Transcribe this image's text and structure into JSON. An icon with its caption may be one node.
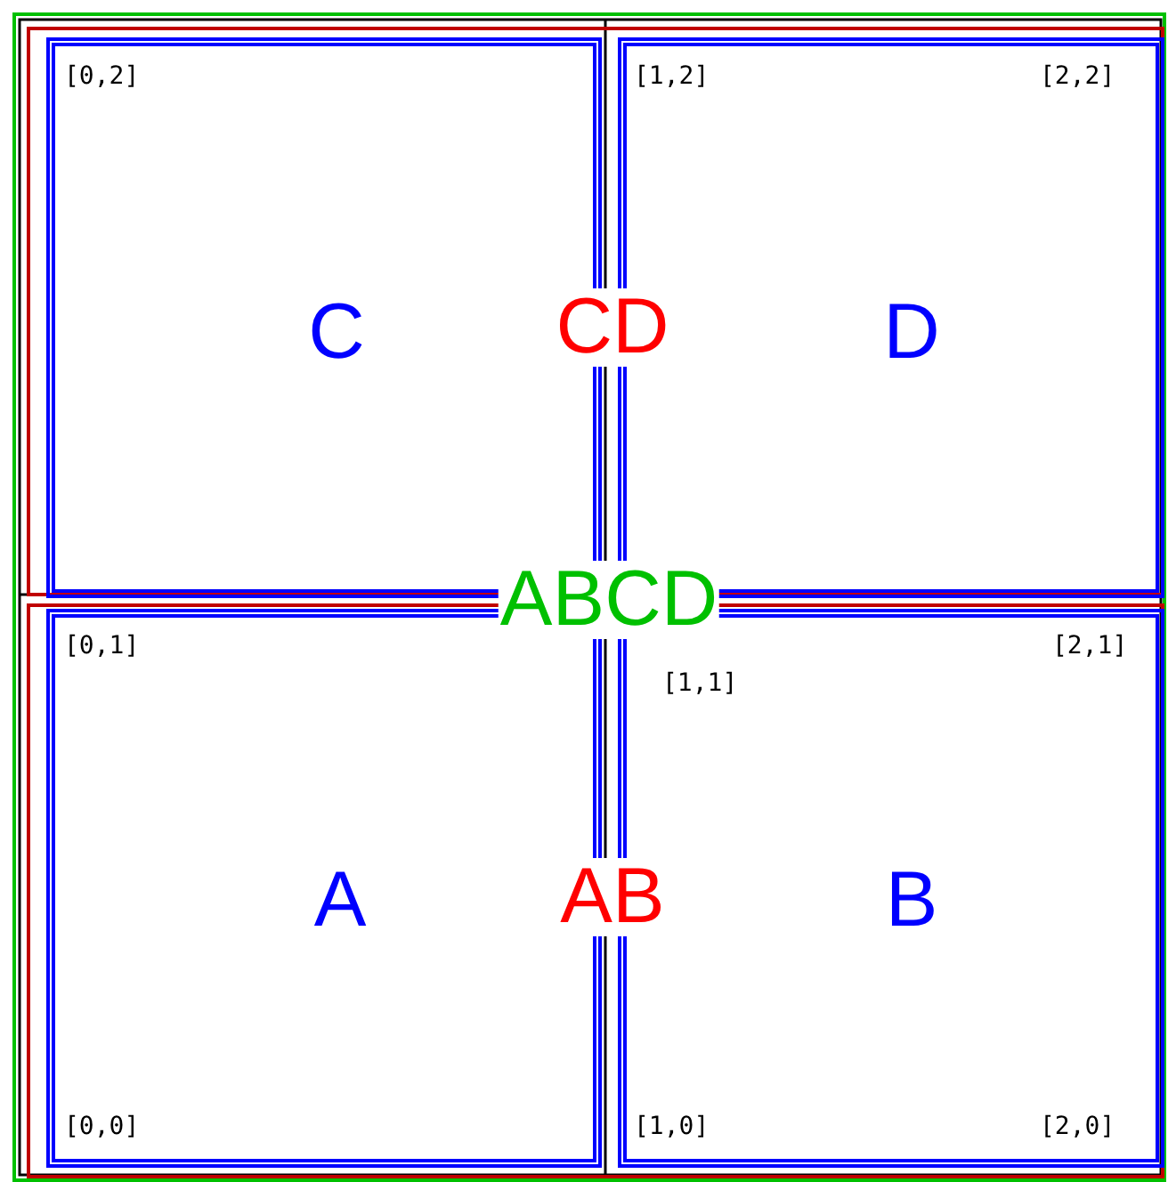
{
  "diagram": {
    "nodes": [
      {
        "text": [
          "ABCD"
        ]
      },
      {
        "text": [
          "CD"
        ],
        "in": 0
      },
      {
        "text": [
          "C"
        ],
        "in": 1
      },
      {
        "text": [
          "D"
        ],
        "in": 1
      },
      {
        "text": [
          "AB"
        ],
        "in": 0
      },
      {
        "text": [
          "A"
        ],
        "in": 4
      },
      {
        "text": [
          "B"
        ],
        "in": 4
      }
    ],
    "labels": [
      "[0,2]",
      "[1,2]",
      "[2,2]",
      "[0,1]",
      "[1,1]",
      "[2,1]",
      "[0,0]",
      "[1,0]",
      "[2,0]"
    ]
  }
}
